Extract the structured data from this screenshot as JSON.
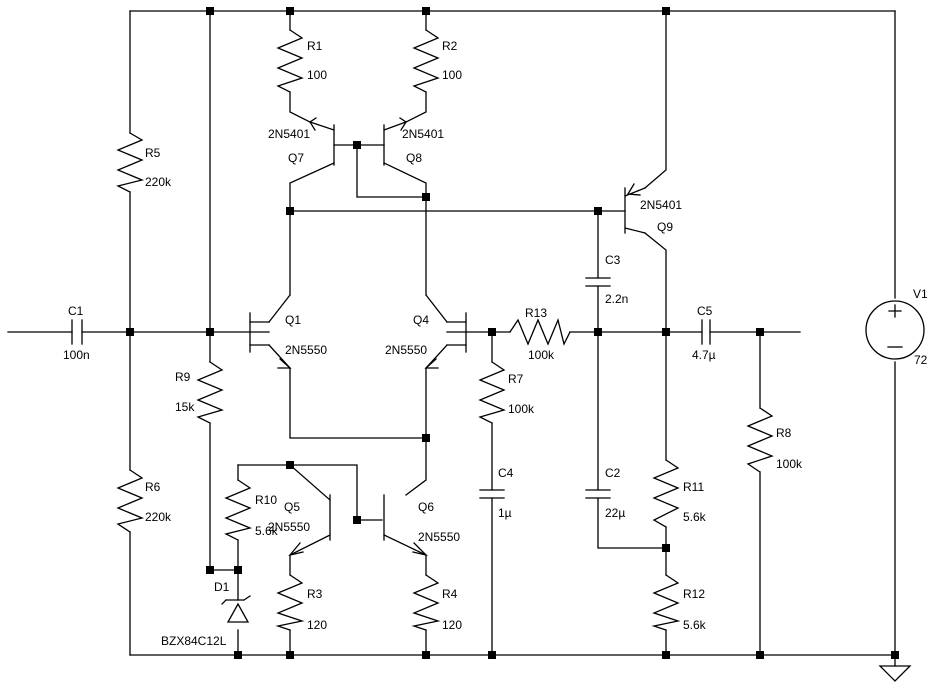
{
  "components": {
    "R1": {
      "name": "R1",
      "value": "100"
    },
    "R2": {
      "name": "R2",
      "value": "100"
    },
    "R3": {
      "name": "R3",
      "value": "120"
    },
    "R4": {
      "name": "R4",
      "value": "120"
    },
    "R5": {
      "name": "R5",
      "value": "220k"
    },
    "R6": {
      "name": "R6",
      "value": "220k"
    },
    "R7": {
      "name": "R7",
      "value": "100k"
    },
    "R8": {
      "name": "R8",
      "value": "100k"
    },
    "R9": {
      "name": "R9",
      "value": "15k"
    },
    "R10": {
      "name": "R10",
      "value": "5.6k"
    },
    "R11": {
      "name": "R11",
      "value": "5.6k"
    },
    "R12": {
      "name": "R12",
      "value": "5.6k"
    },
    "R13": {
      "name": "R13",
      "value": "100k"
    },
    "C1": {
      "name": "C1",
      "value": "100n"
    },
    "C2": {
      "name": "C2",
      "value": "22µ"
    },
    "C3": {
      "name": "C3",
      "value": "2.2n"
    },
    "C4": {
      "name": "C4",
      "value": "1µ"
    },
    "C5": {
      "name": "C5",
      "value": "4.7µ"
    },
    "Q1": {
      "name": "Q1",
      "model": "2N5550"
    },
    "Q4": {
      "name": "Q4",
      "model": "2N5550"
    },
    "Q5": {
      "name": "Q5",
      "model": "2N5550"
    },
    "Q6": {
      "name": "Q6",
      "model": "2N5550"
    },
    "Q7": {
      "name": "Q7",
      "model": "2N5401"
    },
    "Q8": {
      "name": "Q8",
      "model": "2N5401"
    },
    "Q9": {
      "name": "Q9",
      "model": "2N5401"
    },
    "D1": {
      "name": "D1",
      "model": "BZX84C12L"
    },
    "V1": {
      "name": "V1",
      "value": "72"
    }
  },
  "icons": {
    "ground": "ground-icon",
    "voltage_source": "dc-voltage-source-icon",
    "zener": "zener-diode-icon"
  }
}
